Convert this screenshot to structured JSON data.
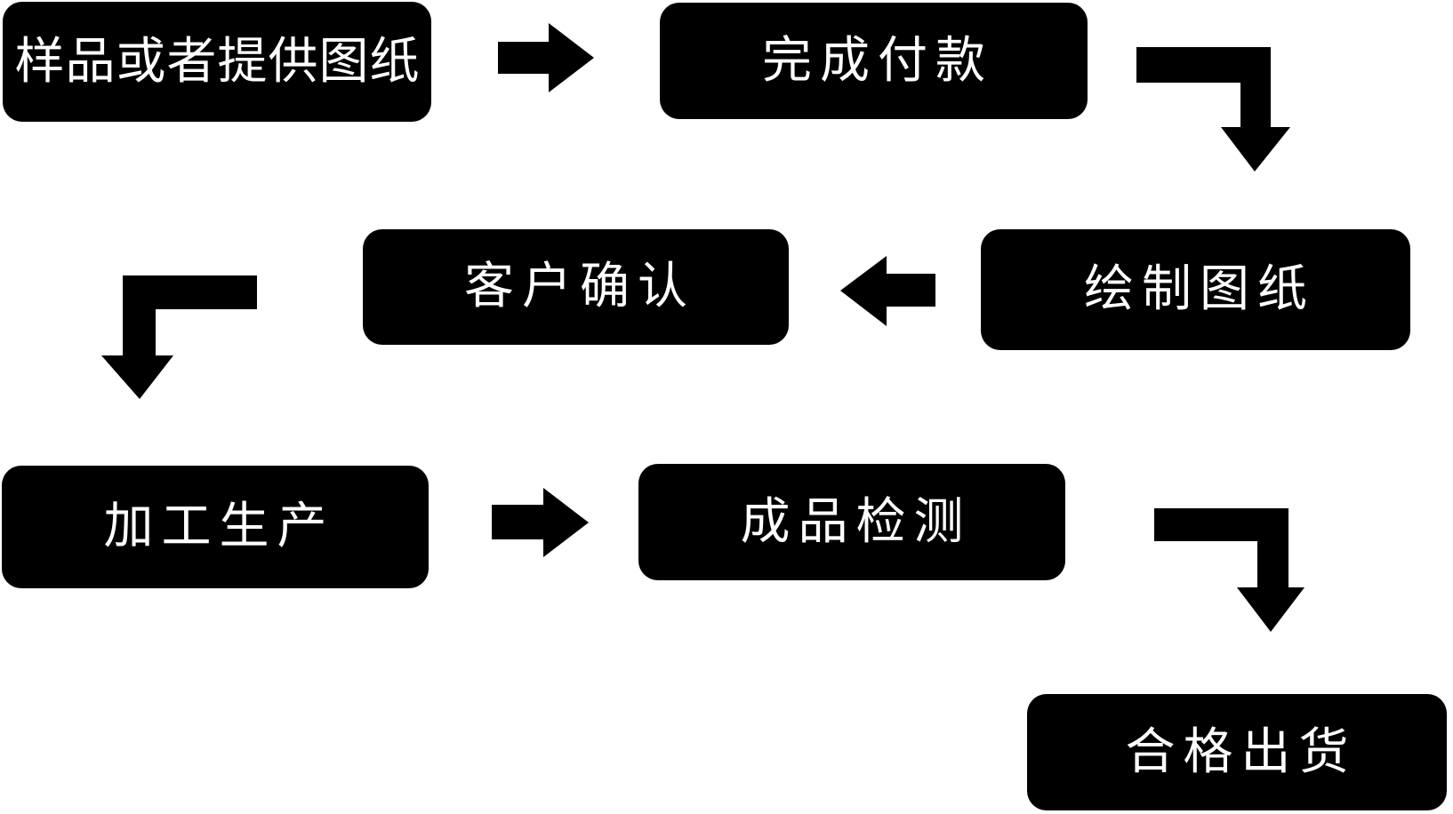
{
  "page": {
    "background_color": "#ffffff",
    "node_fill_color": "#000000",
    "node_text_color": "#ffffff",
    "connector_color": "#000000"
  },
  "nodes": [
    {
      "id": "sample-or-drawings",
      "label": "样品或者提供图纸"
    },
    {
      "id": "complete-payment",
      "label": "完成付款"
    },
    {
      "id": "customer-confirmation",
      "label": "客户确认"
    },
    {
      "id": "draw-drawings",
      "label": "绘制图纸"
    },
    {
      "id": "processing-production",
      "label": "加工生产"
    },
    {
      "id": "finished-product-inspection",
      "label": "成品检测"
    },
    {
      "id": "qualified-shipment",
      "label": "合格出货"
    }
  ],
  "connectors": [
    {
      "from": "sample-or-drawings",
      "to": "complete-payment",
      "shape": "arrow-right"
    },
    {
      "from": "complete-payment",
      "to": "draw-drawings",
      "shape": "elbow-right-down"
    },
    {
      "from": "draw-drawings",
      "to": "customer-confirmation",
      "shape": "arrow-left"
    },
    {
      "from": "customer-confirmation",
      "to": "processing-production",
      "shape": "elbow-left-down"
    },
    {
      "from": "processing-production",
      "to": "finished-product-inspection",
      "shape": "arrow-right"
    },
    {
      "from": "finished-product-inspection",
      "to": "qualified-shipment",
      "shape": "elbow-right-down"
    }
  ]
}
